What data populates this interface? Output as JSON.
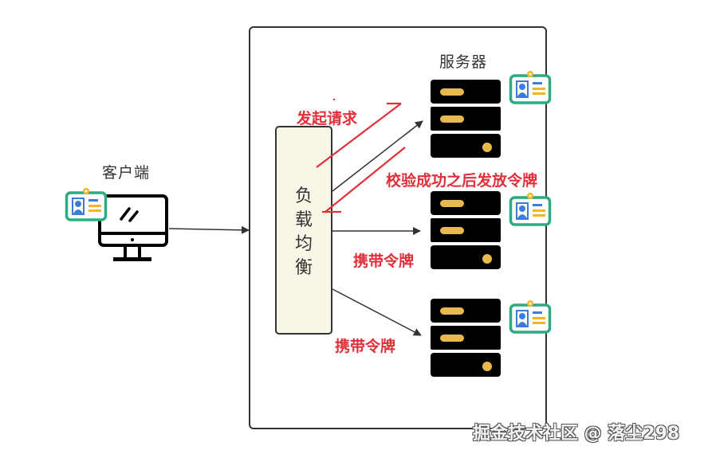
{
  "client": {
    "label": "客户端"
  },
  "server_group": {
    "label": "服务器"
  },
  "load_balancer": {
    "chars": [
      "负",
      "载",
      "均",
      "衡"
    ]
  },
  "annotations": {
    "initiate_request": "发起请求",
    "issue_token": "校验成功之后发放令牌",
    "carry_token_1": "携带令牌",
    "carry_token_2": "携带令牌"
  },
  "watermark": "掘金技术社区 @ 落尘298",
  "colors": {
    "stroke": "#333333",
    "annotation_red": "#e0303a",
    "badge_green": "#2bab7f",
    "badge_blue": "#3d7bdc",
    "badge_yellow": "#f3b623",
    "server_led": "#e7b94e",
    "lb_fill": "#f8f6e7"
  }
}
